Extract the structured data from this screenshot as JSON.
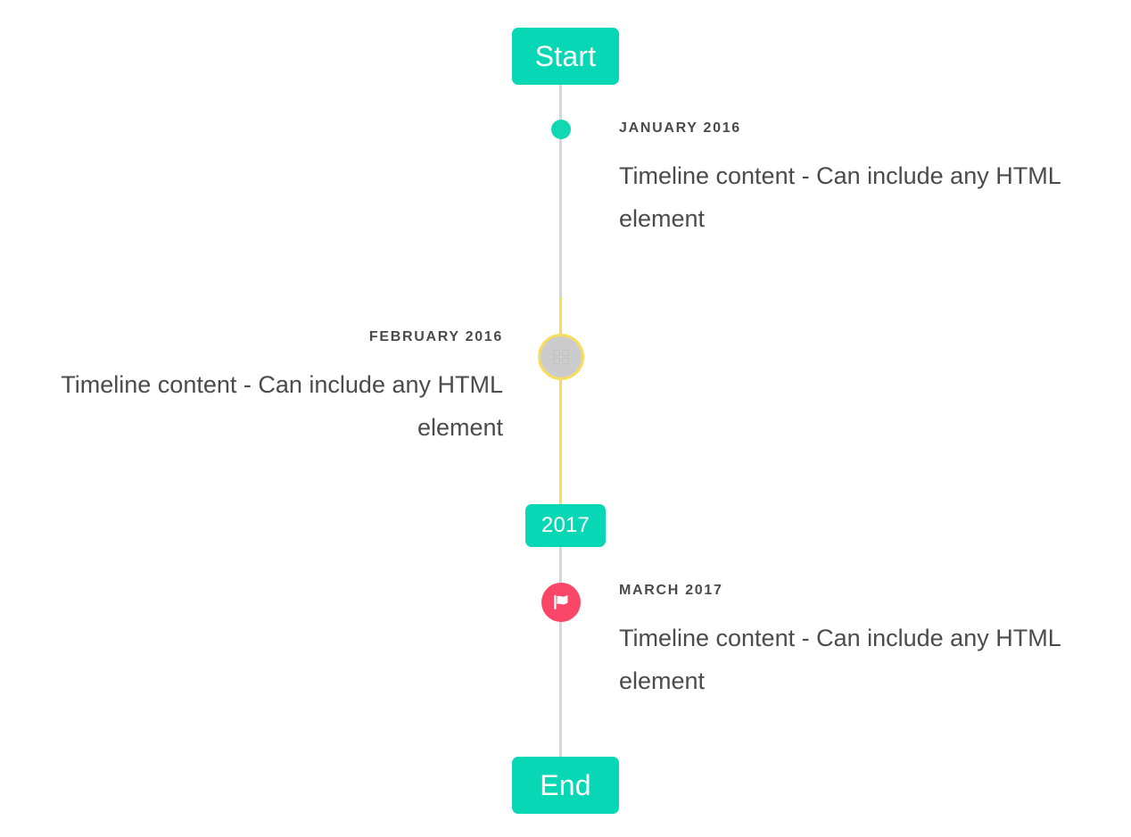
{
  "component": {
    "name": "vertical-timeline",
    "background": "#ffffff",
    "axis_color": "#d6d6d6",
    "accent_color": "#08d7b6",
    "highlight_color": "#f8dd5c",
    "flag_color": "#fa4768",
    "text_color": "#4b4b4b",
    "date_color": "#4a4a4a"
  },
  "badges": {
    "start": "Start",
    "middle": "2017",
    "end": "End"
  },
  "entries": [
    {
      "id": "january-2016",
      "date": "JANUARY 2016",
      "body": "Timeline content - Can include any HTML element",
      "side": "right",
      "marker": "dot-icon",
      "marker_color": "#0fd8b2"
    },
    {
      "id": "february-2016",
      "date": "FEBRUARY 2016",
      "body": "Timeline content - Can include any HTML element",
      "side": "left",
      "marker": "missing-glyph-icon",
      "marker_color": "#cccccc",
      "marker_ring_color": "#f8dd5c"
    },
    {
      "id": "march-2017",
      "date": "MARCH 2017",
      "body": "Timeline content - Can include any HTML element",
      "side": "right",
      "marker": "flag-icon",
      "marker_color": "#fa4768"
    }
  ]
}
